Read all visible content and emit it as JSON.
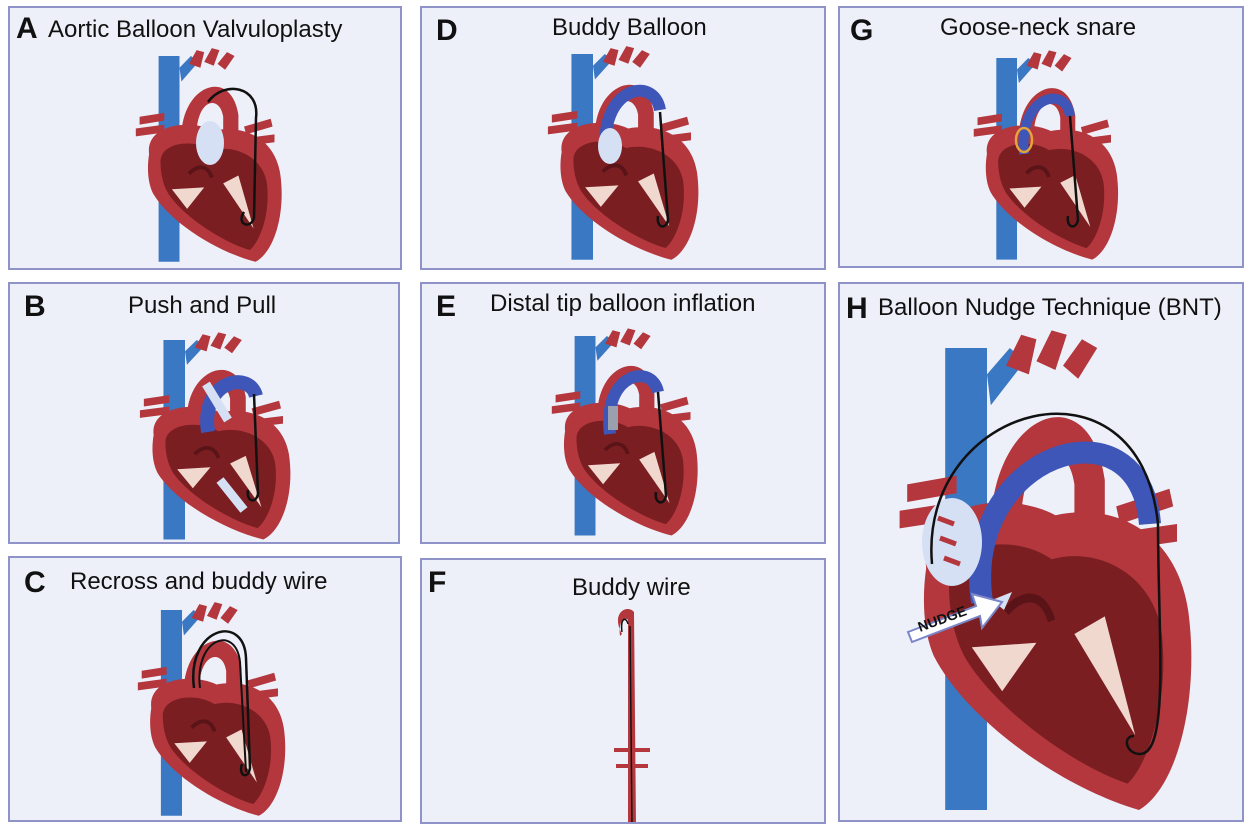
{
  "panels": [
    {
      "letter": "A",
      "title": "Aortic Balloon Valvuloplasty"
    },
    {
      "letter": "B",
      "title": "Push and Pull"
    },
    {
      "letter": "C",
      "title": "Recross and buddy wire"
    },
    {
      "letter": "D",
      "title": "Buddy Balloon"
    },
    {
      "letter": "E",
      "title": "Distal tip balloon inflation"
    },
    {
      "letter": "F",
      "title": "Buddy wire"
    },
    {
      "letter": "G",
      "title": "Goose-neck snare"
    },
    {
      "letter": "H",
      "title": "Balloon Nudge Technique (BNT)"
    }
  ],
  "nudge_label": "NUDGE",
  "colors": {
    "panel_bg": "#eef0f9",
    "panel_border": "#8f93c9",
    "vein_blue": "#3a78c4",
    "heart_red": "#b3373d",
    "heart_dark": "#7a1e22",
    "catheter_blue": "#3d56b8",
    "balloon": "#d6e0f5"
  }
}
